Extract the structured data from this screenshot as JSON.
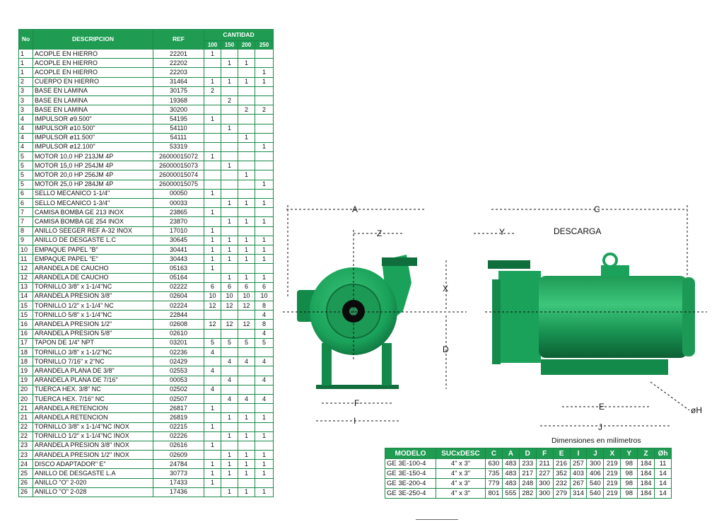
{
  "parts_table": {
    "headers": {
      "no": "No",
      "descripcion": "DESCRIPCION",
      "ref": "REF",
      "cantidad": "CANTIDAD",
      "models": [
        "100",
        "150",
        "200",
        "250"
      ]
    },
    "rows": [
      {
        "no": "1",
        "desc": "ACOPLE EN HIERRO",
        "ref": "22201",
        "q": [
          "1",
          "",
          "",
          ""
        ]
      },
      {
        "no": "1",
        "desc": "ACOPLE EN HIERRO",
        "ref": "22202",
        "q": [
          "",
          "1",
          "1",
          ""
        ]
      },
      {
        "no": "1",
        "desc": "ACOPLE EN HIERRO",
        "ref": "22203",
        "q": [
          "",
          "",
          "",
          "1"
        ]
      },
      {
        "no": "2",
        "desc": "CUERPO EN HIERRO",
        "ref": "31464",
        "q": [
          "1",
          "1",
          "1",
          "1"
        ]
      },
      {
        "no": "3",
        "desc": "BASE EN LAMINA",
        "ref": "30175",
        "q": [
          "2",
          "",
          "",
          ""
        ]
      },
      {
        "no": "3",
        "desc": "BASE EN LAMINA",
        "ref": "19368",
        "q": [
          "",
          "2",
          "",
          ""
        ]
      },
      {
        "no": "3",
        "desc": "BASE EN LAMINA",
        "ref": "30200",
        "q": [
          "",
          "",
          "2",
          "2"
        ]
      },
      {
        "no": "4",
        "desc": "IMPULSOR  ø9.500\"",
        "ref": "54195",
        "q": [
          "1",
          "",
          "",
          ""
        ]
      },
      {
        "no": "4",
        "desc": "IMPULSOR  ø10.500\"",
        "ref": "54110",
        "q": [
          "",
          "1",
          "",
          ""
        ]
      },
      {
        "no": "4",
        "desc": "IMPULSOR  ø11.500\"",
        "ref": "54111",
        "q": [
          "",
          "",
          "1",
          ""
        ]
      },
      {
        "no": "4",
        "desc": "IMPULSOR  ø12.100\"",
        "ref": "53319",
        "q": [
          "",
          "",
          "",
          "1"
        ]
      },
      {
        "no": "5",
        "desc": "MOTOR 10,0 HP 213JM 4P",
        "ref": "26000015072",
        "q": [
          "1",
          "",
          "",
          ""
        ]
      },
      {
        "no": "5",
        "desc": "MOTOR 15,0 HP 254JM 4P",
        "ref": "26000015073",
        "q": [
          "",
          "1",
          "",
          ""
        ]
      },
      {
        "no": "5",
        "desc": "MOTOR 20,0 HP 256JM 4P",
        "ref": "26000015074",
        "q": [
          "",
          "",
          "1",
          ""
        ]
      },
      {
        "no": "5",
        "desc": "MOTOR 25,0 HP 284JM 4P",
        "ref": "26000015075",
        "q": [
          "",
          "",
          "",
          "1"
        ]
      },
      {
        "no": "6",
        "desc": "SELLO MECANICO 1-1/4\"",
        "ref": "00050",
        "q": [
          "1",
          "",
          "",
          ""
        ]
      },
      {
        "no": "6",
        "desc": "SELLO MECANICO 1-3/4\"",
        "ref": "00033",
        "q": [
          "",
          "1",
          "1",
          "1"
        ]
      },
      {
        "no": "7",
        "desc": "CAMISA BOMBA GE 213 INOX",
        "ref": "23865",
        "q": [
          "1",
          "",
          "",
          ""
        ]
      },
      {
        "no": "7",
        "desc": "CAMISA BOMBA GE 254 INOX",
        "ref": "23870",
        "q": [
          "",
          "1",
          "1",
          "1"
        ]
      },
      {
        "no": "8",
        "desc": "ANILLO SEEGER REF A-32 INOX",
        "ref": "17010",
        "q": [
          "1",
          "",
          "",
          ""
        ]
      },
      {
        "no": "9",
        "desc": "ANILLO DE DESGASTE L.C",
        "ref": "30645",
        "q": [
          "1",
          "1",
          "1",
          "1"
        ]
      },
      {
        "no": "10",
        "desc": "EMPAQUE PAPEL \"B\"",
        "ref": "30441",
        "q": [
          "1",
          "1",
          "1",
          "1"
        ]
      },
      {
        "no": "11",
        "desc": "EMPAQUE PAPEL \"E\"",
        "ref": "30443",
        "q": [
          "1",
          "1",
          "1",
          "1"
        ]
      },
      {
        "no": "12",
        "desc": "ARANDELA DE CAUCHO",
        "ref": "05163",
        "q": [
          "1",
          "",
          "",
          ""
        ]
      },
      {
        "no": "12",
        "desc": "ARANDELA DE CAUCHO",
        "ref": "05164",
        "q": [
          "",
          "1",
          "1",
          "1"
        ]
      },
      {
        "no": "13",
        "desc": "TORNILLO 3/8\" x 1-1/4\"NC",
        "ref": "02222",
        "q": [
          "6",
          "6",
          "6",
          "6"
        ]
      },
      {
        "no": "14",
        "desc": "ARANDELA PRESION 3/8\"",
        "ref": "02604",
        "q": [
          "10",
          "10",
          "10",
          "10"
        ]
      },
      {
        "no": "15",
        "desc": "TORNILLO 1/2\" x 1-1/4\" NC",
        "ref": "02224",
        "q": [
          "12",
          "12",
          "12",
          "8"
        ]
      },
      {
        "no": "15",
        "desc": "TORNILLO 5/8\" x 1-1/4\"NC",
        "ref": "22844",
        "q": [
          "",
          "",
          "",
          "4"
        ]
      },
      {
        "no": "16",
        "desc": "ARANDELA PRESION 1/2\"",
        "ref": "02608",
        "q": [
          "12",
          "12",
          "12",
          "8"
        ]
      },
      {
        "no": "16",
        "desc": "ARANDELA PRESION 5/8\"",
        "ref": "02610",
        "q": [
          "",
          "",
          "",
          "4"
        ]
      },
      {
        "no": "17",
        "desc": "TAPON DE 1/4\" NPT",
        "ref": "03201",
        "q": [
          "5",
          "5",
          "5",
          "5"
        ]
      },
      {
        "no": "18",
        "desc": "TORNILLO 3/8\" x 1-1/2\"NC",
        "ref": "02236",
        "q": [
          "4",
          "",
          "",
          ""
        ]
      },
      {
        "no": "18",
        "desc": "TORNILLO 7/16\" x 2\"NC",
        "ref": "02429",
        "q": [
          "",
          "4",
          "4",
          "4"
        ]
      },
      {
        "no": "19",
        "desc": "ARANDELA PLANA DE 3/8\"",
        "ref": "02553",
        "q": [
          "4",
          "",
          "",
          ""
        ]
      },
      {
        "no": "19",
        "desc": "ARANDELA PLANA DE 7/16\"",
        "ref": "00053",
        "q": [
          "",
          "4",
          "",
          "4"
        ]
      },
      {
        "no": "20",
        "desc": "TUERCA HEX. 3/8\" NC",
        "ref": "02502",
        "q": [
          "4",
          "",
          "",
          ""
        ]
      },
      {
        "no": "20",
        "desc": "TUERCA HEX. 7/16\" NC",
        "ref": "02507",
        "q": [
          "",
          "4",
          "4",
          "4"
        ]
      },
      {
        "no": "21",
        "desc": "ARANDELA RETENCION",
        "ref": "26817",
        "q": [
          "1",
          "",
          "",
          ""
        ]
      },
      {
        "no": "21",
        "desc": "ARANDELA RETENCION",
        "ref": "26819",
        "q": [
          "",
          "1",
          "1",
          "1"
        ]
      },
      {
        "no": "22",
        "desc": "TORNILLO 3/8\" x 1-1/4\"NC INOX",
        "ref": "02215",
        "q": [
          "1",
          "",
          "",
          ""
        ]
      },
      {
        "no": "22",
        "desc": "TORNILLO 1/2\" x 1-1/4\"NC INOX",
        "ref": "02226",
        "q": [
          "",
          "1",
          "1",
          "1"
        ]
      },
      {
        "no": "23",
        "desc": "ARANDELA PRESION 3/8\" INOX",
        "ref": "02616",
        "q": [
          "1",
          "",
          "",
          ""
        ]
      },
      {
        "no": "23",
        "desc": "ARANDELA PRESION 1/2\" INOX",
        "ref": "02609",
        "q": [
          "",
          "1",
          "1",
          "1"
        ]
      },
      {
        "no": "24",
        "desc": "DISCO ADAPTADOR\" E\"",
        "ref": "24784",
        "q": [
          "1",
          "1",
          "1",
          "1"
        ]
      },
      {
        "no": "25",
        "desc": "ANILLO DE DESGASTE L.A",
        "ref": "30773",
        "q": [
          "1",
          "1",
          "1",
          "1"
        ]
      },
      {
        "no": "26",
        "desc": "ANILLO \"O\" 2-020",
        "ref": "17433",
        "q": [
          "1",
          "",
          "",
          ""
        ]
      },
      {
        "no": "26",
        "desc": "ANILLO \"O\" 2-028",
        "ref": "17436",
        "q": [
          "",
          "1",
          "1",
          "1"
        ]
      }
    ]
  },
  "drawing_labels": {
    "A": "A",
    "Z": "Z",
    "X": "X",
    "D": "D",
    "F": "F",
    "I": "I",
    "C": "C",
    "Y": "Y",
    "descarga": "DESCARGA",
    "E": "E",
    "J": "J",
    "oH": "øH"
  },
  "dimensions_caption": "Dimensiones en milímetros",
  "dimensions_table": {
    "headers": [
      "MODELO",
      "SUCxDESC",
      "C",
      "A",
      "D",
      "F",
      "E",
      "I",
      "J",
      "X",
      "Y",
      "Z",
      "Øh"
    ],
    "rows": [
      [
        "GE 3E-100-4",
        "4\" x 3\"",
        "630",
        "483",
        "233",
        "211",
        "216",
        "257",
        "300",
        "219",
        "98",
        "184",
        "11"
      ],
      [
        "GE 3E-150-4",
        "4\" x 3\"",
        "735",
        "483",
        "217",
        "227",
        "352",
        "403",
        "406",
        "219",
        "98",
        "184",
        "14"
      ],
      [
        "GE 3E-200-4",
        "4\" x 3\"",
        "779",
        "483",
        "248",
        "300",
        "232",
        "267",
        "540",
        "219",
        "98",
        "184",
        "14"
      ],
      [
        "GE 3E-250-4",
        "4\" x 3\"",
        "801",
        "555",
        "282",
        "300",
        "279",
        "314",
        "540",
        "219",
        "98",
        "184",
        "14"
      ]
    ]
  },
  "colors": {
    "header_green": "#1f9b52",
    "pump_green": "#1aa25a",
    "border_green": "#1a8a4a"
  }
}
